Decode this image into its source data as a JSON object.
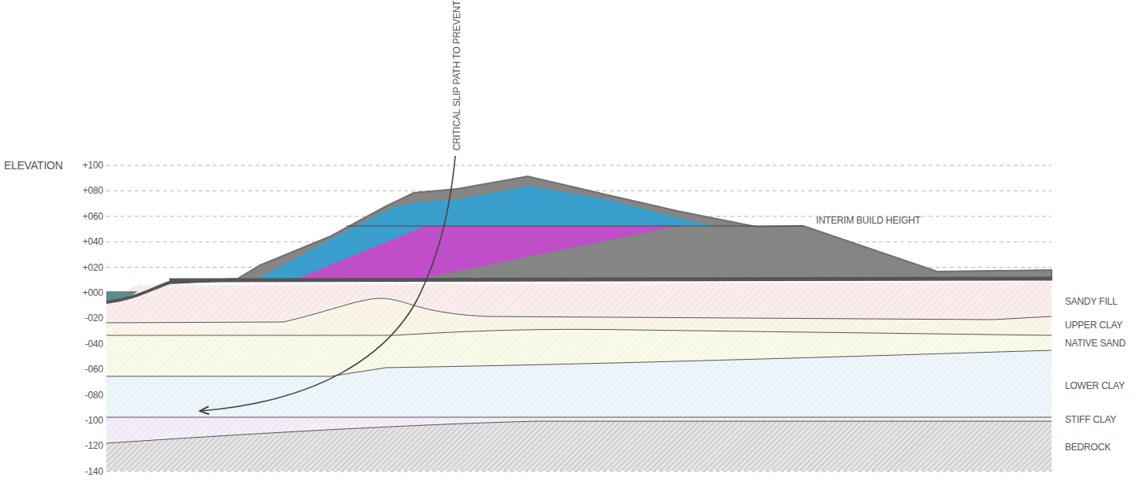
{
  "diagram": {
    "labels": [
      "ELEVATION",
      "+100",
      "+080",
      "+060",
      "+040",
      "+020",
      "+000",
      "-020",
      "-040",
      "-060",
      "-080",
      "-100",
      "-120",
      "-140",
      "CRITICAL SLIP PATH TO PREVENT",
      "INTERIM BUILD HEIGHT",
      "SANDY FILL",
      "UPPER CLAY",
      "NATIVE SAND",
      "LOWER CLAY",
      "STIFF CLAY",
      "BEDROCK"
    ]
  }
}
